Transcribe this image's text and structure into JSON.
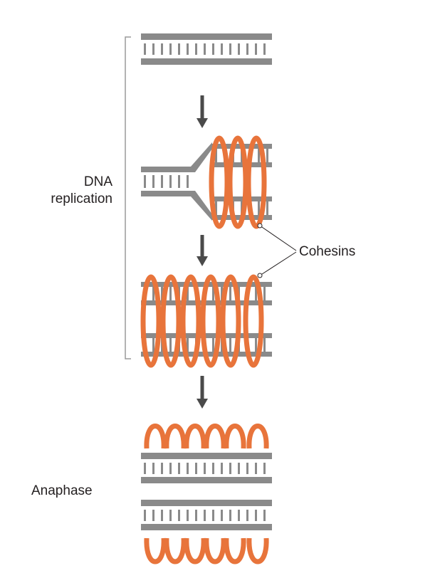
{
  "labels": {
    "dna_line1": "DNA",
    "dna_line2": "replication",
    "cohesins": "Cohesins",
    "anaphase": "Anaphase"
  },
  "colors": {
    "dna_strand": "#8a8a8a",
    "base_pair": "#8a8a8a",
    "cohesin": "#e8743b",
    "arrow": "#4a4a4a",
    "bracket": "#9a9a9a",
    "text": "#231f20"
  },
  "stages": [
    "dna-duplex",
    "replication-fork-with-cohesins",
    "sister-chromatids-cohered",
    "anaphase-separated"
  ]
}
